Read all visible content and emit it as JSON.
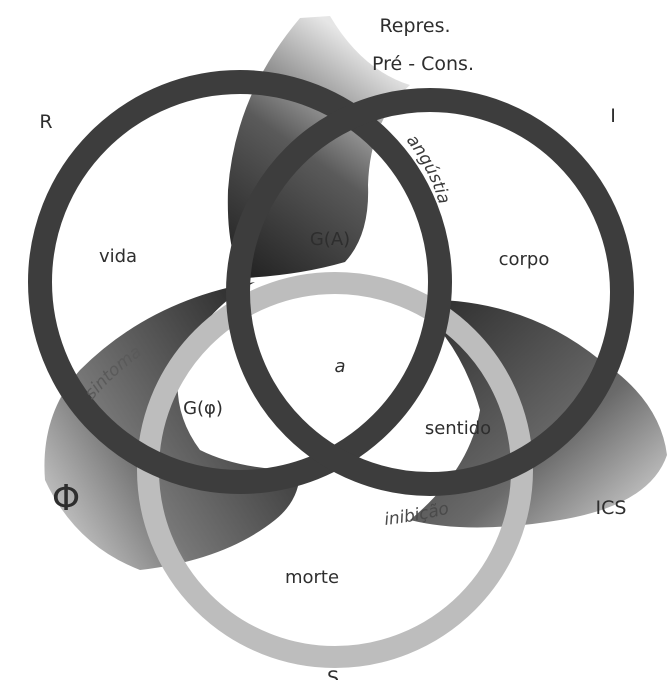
{
  "corners": {
    "top": [
      "Repres.",
      "Pré - Cons."
    ],
    "left": "R",
    "right": "I",
    "lower_right": "ICS",
    "lower_left": "Φ",
    "bottom": "S"
  },
  "zones": {
    "left": "vida",
    "top_center": "G(A)",
    "right": "corpo",
    "center": "a",
    "left_lower": "G(φ)",
    "right_lower": "sentido",
    "bottom": "morte"
  },
  "bands": {
    "right_band": "angústia",
    "left_band": "sintoma",
    "bottom_band": "inibição"
  },
  "colors": {
    "ring_dark": "#3d3d3d",
    "ring_light": "#bdbdbd",
    "text": "#2e2e2e",
    "band_dark": "#2f2f2f"
  }
}
